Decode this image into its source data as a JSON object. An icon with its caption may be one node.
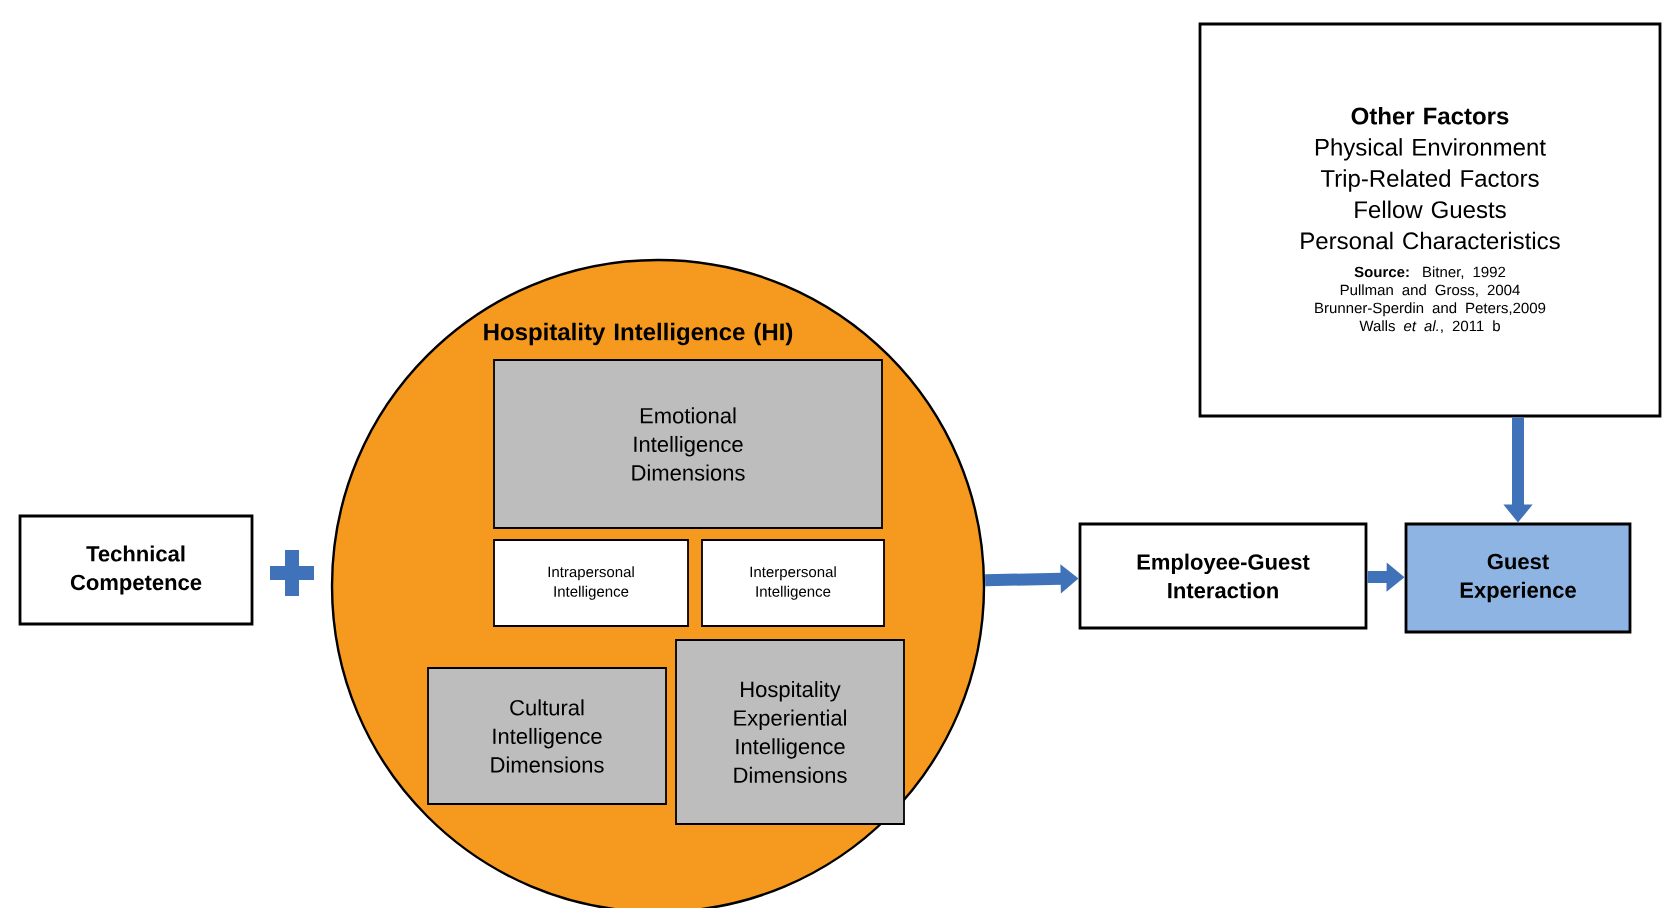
{
  "diagram": {
    "nodes": [
      {
        "text": [
          "Technical Competence"
        ]
      },
      {
        "text": [
          "Hospitality Intelligence (HI)"
        ]
      },
      {
        "text": [
          "Emotional Intelligence Dimensions"
        ],
        "in": 1
      },
      {
        "text": [
          "Intrapersonal Intelligence"
        ],
        "in": 1
      },
      {
        "text": [
          "Interpersonal Intelligence"
        ],
        "in": 1
      },
      {
        "text": [
          "Cultural Intelligence Dimensions"
        ],
        "in": 1
      },
      {
        "text": [
          "Hospitality Experiential Intelligence Dimensions"
        ],
        "in": 1
      },
      {
        "text": [
          "Employee-Guest Interaction"
        ]
      },
      {
        "text": [
          "Guest Experience"
        ]
      },
      {
        "text": [
          "Other Factors",
          "Physical Environment",
          "Trip-Related Factors",
          "Fellow Guests",
          "Personal Characteristics",
          "**Source:** Bitner, 1992",
          "Pullman and Gross, 2004",
          "Brunner-Sperdin and Peters,2009",
          "Walls *et al.*, 2011 b"
        ]
      }
    ],
    "edges": [
      {
        "from": 1,
        "to": 7,
        "arrow": "to"
      },
      {
        "from": 7,
        "to": 8,
        "arrow": "to"
      },
      {
        "from": 9,
        "to": 8,
        "arrow": "to"
      }
    ]
  }
}
